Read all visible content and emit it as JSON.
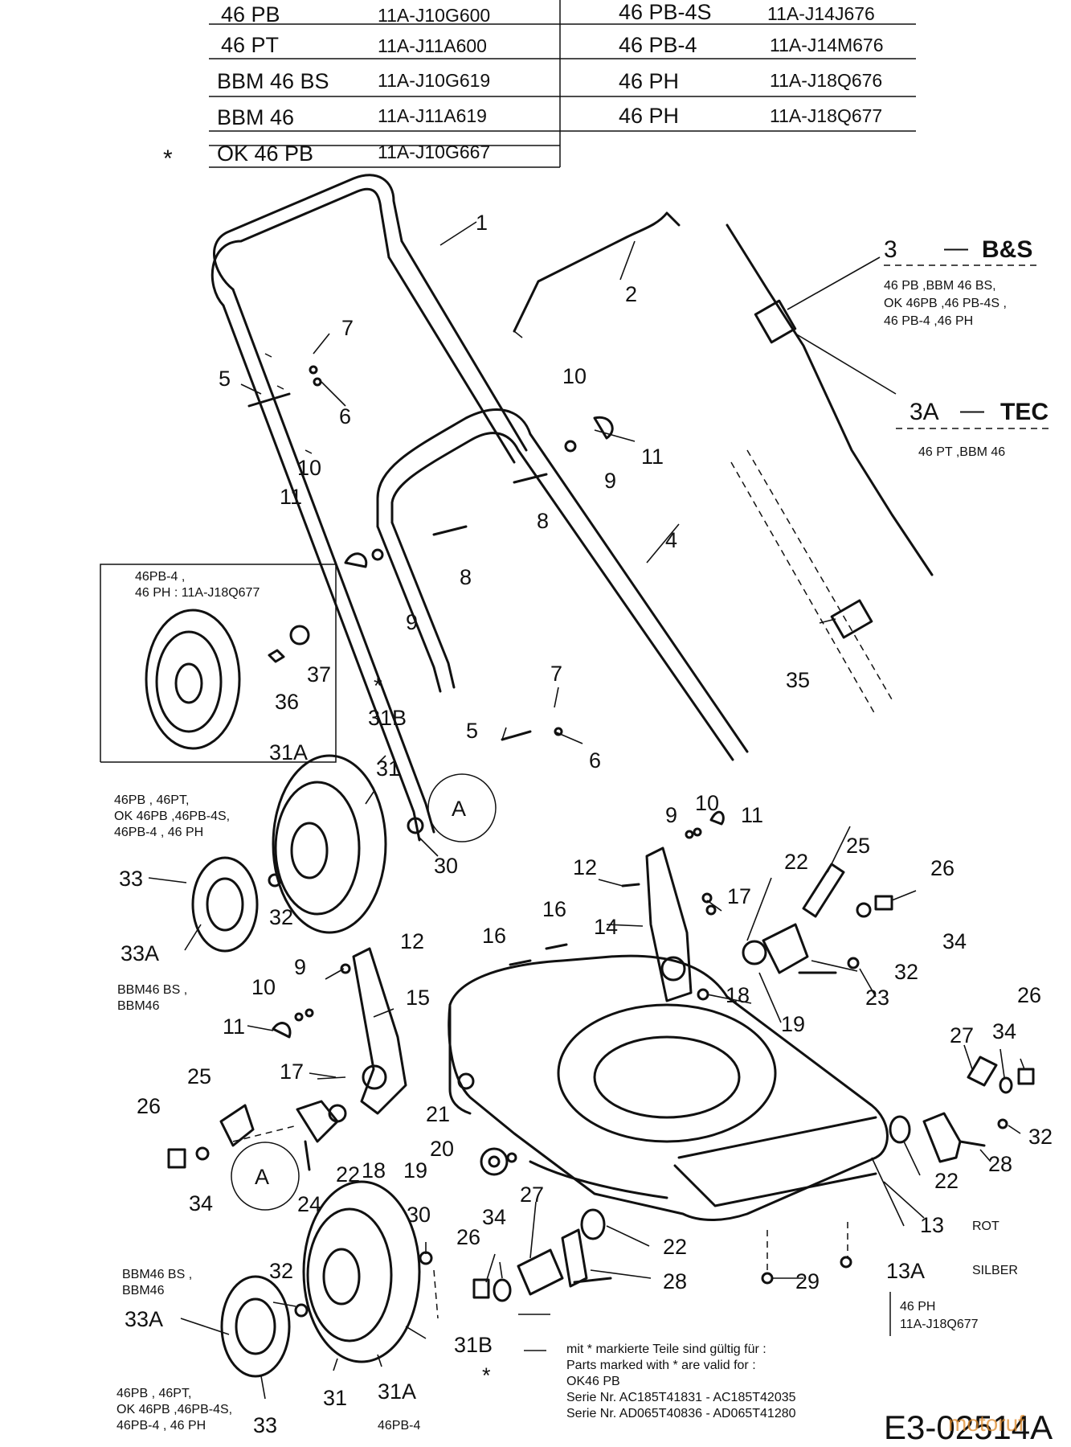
{
  "model_table": {
    "left": [
      {
        "model": "46 PB",
        "code": "11A-J10G600"
      },
      {
        "model": "46 PT",
        "code": "11A-J11A600"
      },
      {
        "model": "BBM 46 BS",
        "code": "11A-J10G619"
      },
      {
        "model": "BBM 46",
        "code": "11A-J11A619"
      },
      {
        "model": "OK 46 PB",
        "code": "11A-J10G667"
      }
    ],
    "right": [
      {
        "model": "46 PB-4S",
        "code": "11A-J14J676"
      },
      {
        "model": "46 PB-4",
        "code": "11A-J14M676"
      },
      {
        "model": "46 PH",
        "code": "11A-J18Q676"
      },
      {
        "model": "46 PH",
        "code": "11A-J18Q677"
      }
    ],
    "asterisk": "*"
  },
  "variants": {
    "bs": {
      "num": "3",
      "dash": "—",
      "label": "B&S",
      "models": [
        "46 PB ,BBM 46 BS,",
        "OK 46PB ,46 PB-4S ,",
        "46 PB-4 ,46 PH"
      ]
    },
    "tec": {
      "num": "3A",
      "dash": "—",
      "label": "TEC",
      "models": [
        "46 PT ,BBM 46"
      ]
    }
  },
  "inset": {
    "lines": [
      "46PB-4 ,",
      "46 PH : 11A-J18Q677"
    ]
  },
  "notes": {
    "wheel_front_models": [
      "46PB , 46PT,",
      "OK 46PB ,46PB-4S,",
      "46PB-4 , 46 PH"
    ],
    "bbm_upper": [
      "BBM46 BS ,",
      "BBM46"
    ],
    "bbm_lower": [
      "BBM46 BS ,",
      "BBM46"
    ],
    "wheel_rear_models": [
      "46PB , 46PT,",
      "OK 46PB ,46PB-4S,",
      "46PB-4 , 46 PH"
    ],
    "pb4": "46PB-4",
    "ph_box": [
      "46 PH",
      "11A-J18Q677"
    ]
  },
  "colors": {
    "rot": "ROT",
    "silber": "SILBER"
  },
  "footnote": {
    "lines": [
      "mit * markierte Teile sind gültig für :",
      "Parts marked with * are valid for :",
      "OK46 PB",
      "Serie Nr. AC185T41831  -  AC185T42035",
      "Serie Nr. AD065T40836  -  AD065T41280"
    ]
  },
  "drawing_number": "E3-02514A",
  "watermark": "motoruf",
  "part_labels": {
    "l1": "1",
    "l2": "2",
    "l3": "3",
    "l3a": "3A",
    "l4": "4",
    "l5a": "5",
    "l5b": "5",
    "l6a": "6",
    "l6b": "6",
    "l7a": "7",
    "l7b": "7",
    "l8a": "8",
    "l8b": "8",
    "l9a": "9",
    "l9b": "9",
    "l9c": "9",
    "l9d": "9",
    "l10a": "10",
    "l10b": "10",
    "l10c": "10",
    "l10d": "10",
    "l11a": "11",
    "l11b": "11",
    "l11c": "11",
    "l11d": "11",
    "l12a": "12",
    "l12b": "12",
    "l13": "13",
    "l13a": "13A",
    "l14": "14",
    "l15": "15",
    "l16a": "16",
    "l16b": "16",
    "l17a": "17",
    "l17b": "17",
    "l18a": "18",
    "l18b": "18",
    "l19a": "19",
    "l19b": "19",
    "l20": "20",
    "l21": "21",
    "l22a": "22",
    "l22b": "22",
    "l22c": "22",
    "l22d": "22",
    "l23": "23",
    "l24": "24",
    "l25a": "25",
    "l25b": "25",
    "l26a": "26",
    "l26b": "26",
    "l26c": "26",
    "l26d": "26",
    "l27a": "27",
    "l27b": "27",
    "l28a": "28",
    "l28b": "28",
    "l29": "29",
    "l30a": "30",
    "l30b": "30",
    "l31a": "31",
    "l31b": "31",
    "l31aa": "31A",
    "l31ab": "31A",
    "l31ba": "31B",
    "l31bb": "31B",
    "l32a": "32",
    "l32b": "32",
    "l32c": "32",
    "l32d": "32",
    "l33": "33",
    "l33b": "33",
    "l33aa": "33A",
    "l33ab": "33A",
    "l34a": "34",
    "l34b": "34",
    "l34c": "34",
    "l34d": "34",
    "l35": "35",
    "l36": "36",
    "l37": "37",
    "lA1": "A",
    "lA2": "A",
    "ast": "*",
    "ast2": "*"
  }
}
